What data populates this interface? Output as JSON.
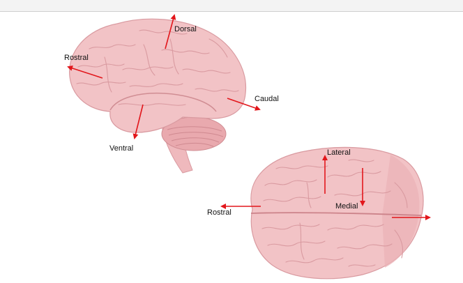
{
  "colors": {
    "brain_fill": "#f2c3c6",
    "brain_fold": "#d99aa0",
    "brain_shade": "#e8aab0",
    "arrow": "#e2161b",
    "label": "#111111"
  },
  "lateral_view": {
    "labels": {
      "dorsal": "Dorsal",
      "rostral": "Rostral",
      "caudal": "Caudal",
      "ventral": "Ventral"
    }
  },
  "top_view": {
    "labels": {
      "lateral": "Lateral",
      "medial": "Medial",
      "rostral": "Rostral"
    }
  }
}
